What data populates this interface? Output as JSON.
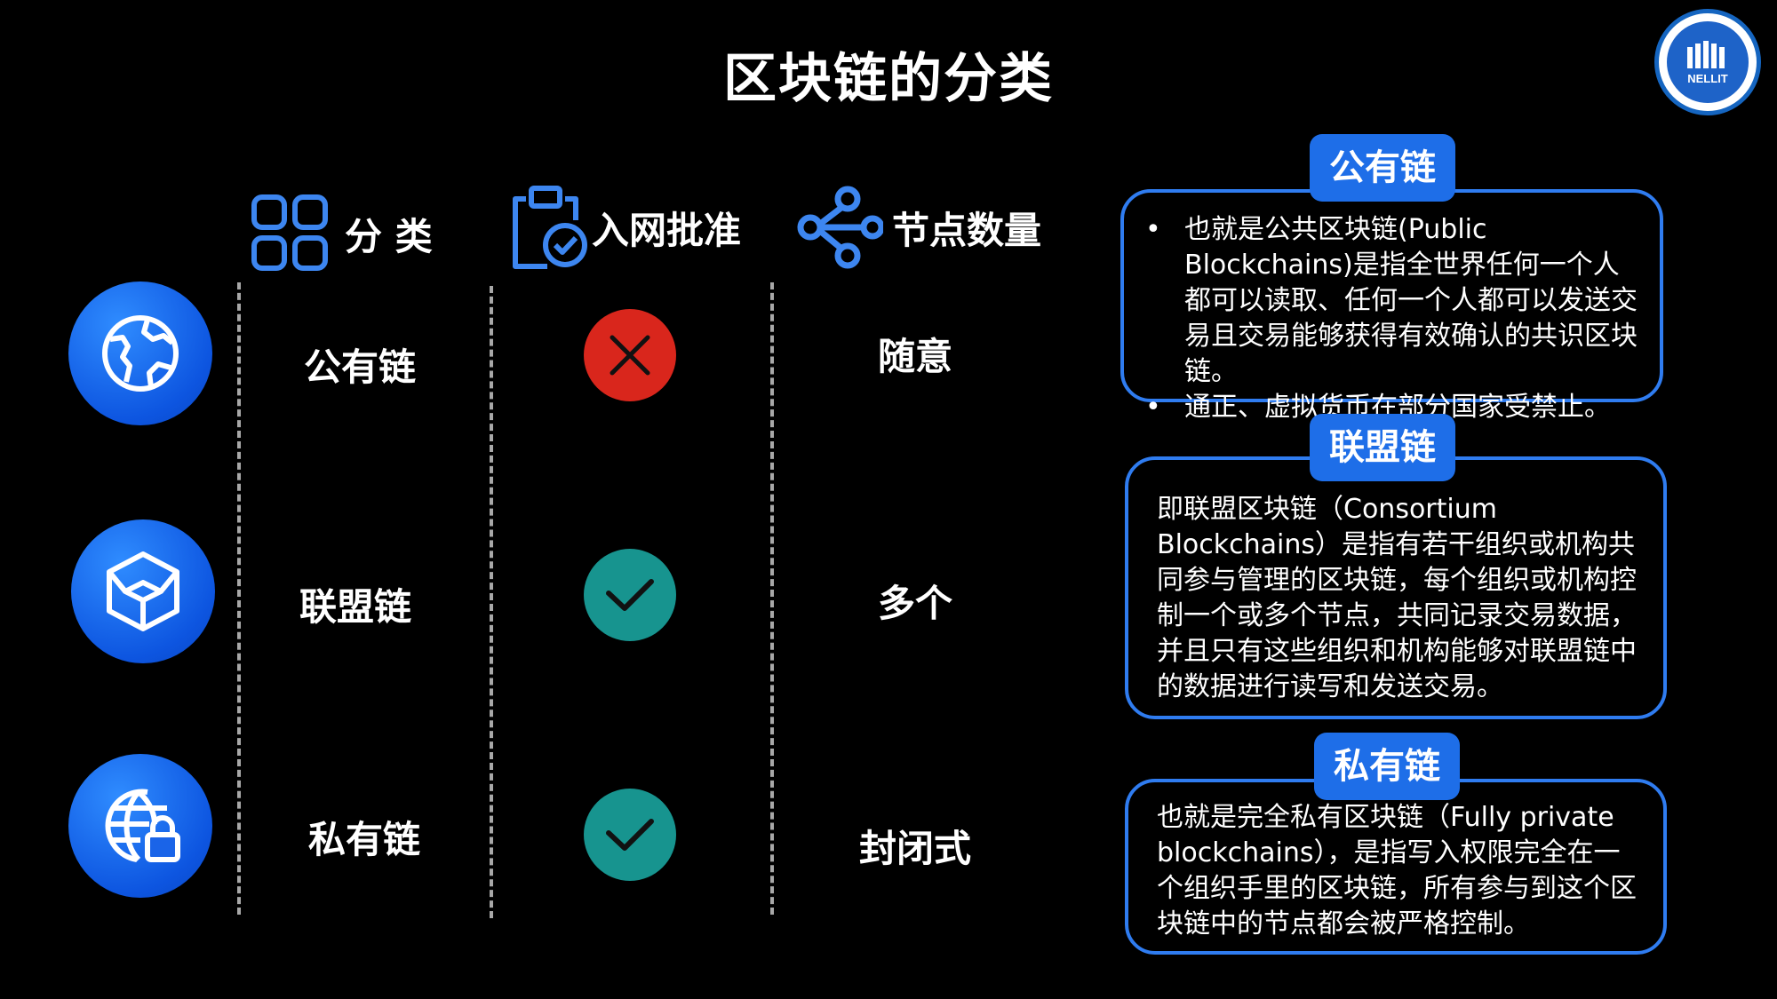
{
  "title": "区块链的分类",
  "logo": {
    "text": "NELLIT"
  },
  "headers": {
    "category": "分 类",
    "admission": "入网批准",
    "nodes": "节点数量"
  },
  "rows": [
    {
      "icon": "globe-icon",
      "name": "公有链",
      "approval": "cross",
      "nodes": "随意"
    },
    {
      "icon": "hexagon-network-icon",
      "name": "联盟链",
      "approval": "check",
      "nodes": "多个"
    },
    {
      "icon": "globe-lock-icon",
      "name": "私有链",
      "approval": "check",
      "nodes": "封闭式"
    }
  ],
  "colors": {
    "accent": "#1e6ee8",
    "cross": "#d9261c",
    "check": "#17948f",
    "box_border": "#2f7cf0"
  },
  "panels": {
    "public": {
      "tag": "公有链",
      "bullets": [
        "也就是公共区块链(Public Blockchains)是指全世界任何一个人都可以读取、任何一个人都可以发送交易且交易能够获得有效确认的共识区块链。",
        "通正、虚拟货币在部分国家受禁止。"
      ]
    },
    "consortium": {
      "tag": "联盟链",
      "text": "即联盟区块链（Consortium Blockchains）是指有若干组织或机构共同参与管理的区块链，每个组织或机构控制一个或多个节点，共同记录交易数据，并且只有这些组织和机构能够对联盟链中的数据进行读写和发送交易。"
    },
    "private": {
      "tag": "私有链",
      "text": "也就是完全私有区块链（Fully private blockchains），是指写入权限完全在一个组织手里的区块链，所有参与到这个区块链中的节点都会被严格控制。"
    }
  }
}
